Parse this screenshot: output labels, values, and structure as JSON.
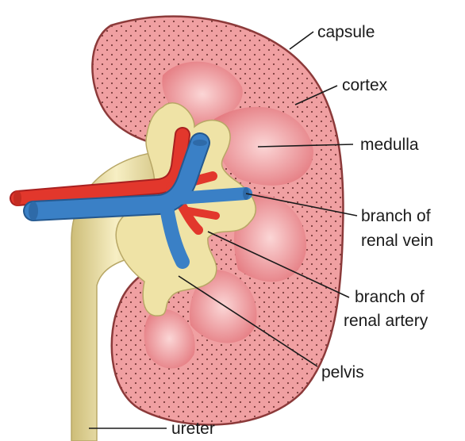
{
  "diagram": {
    "labels": {
      "capsule": "capsule",
      "cortex": "cortex",
      "medulla": "medulla",
      "renal_vein_line1": "branch of",
      "renal_vein_line2": "renal vein",
      "renal_artery_line1": "branch of",
      "renal_artery_line2": "renal artery",
      "pelvis": "pelvis",
      "ureter": "ureter"
    },
    "colors": {
      "capsule": "#8c3a3a",
      "cortex": "#f0a0a2",
      "medulla": "#e67f84",
      "pelvis": "#efe3a6",
      "pelvis_outline": "#b8a766",
      "artery": "#e2372c",
      "vein": "#3a80c6",
      "leader": "#1a1a1a"
    }
  }
}
